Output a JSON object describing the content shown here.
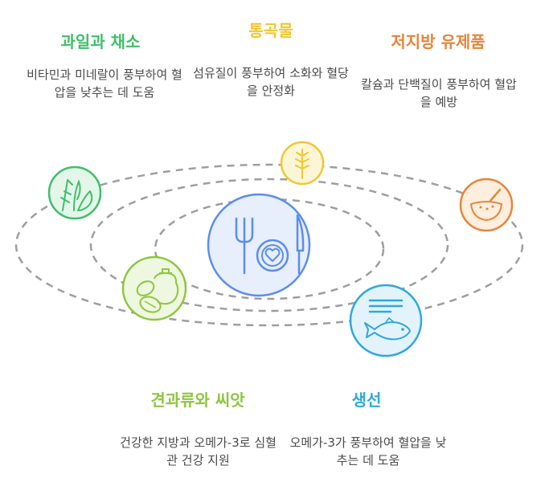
{
  "categories": [
    {
      "id": "fruits",
      "title": "과일과 채소",
      "description": "비타민과 미네랄이 풍부하여 혈압을 낮추는 데 도움",
      "color": "#3fbf6a",
      "icon": "leaves-icon"
    },
    {
      "id": "grains",
      "title": "통곡물",
      "description": "섬유질이 풍부하여 소화와 혈당을 안정화",
      "color": "#f2c72f",
      "icon": "wheat-icon"
    },
    {
      "id": "dairy",
      "title": "저지방 유제품",
      "description": "칼슘과 단백질이 풍부하여 혈압을 예방",
      "color": "#e8843a",
      "icon": "bowl-icon"
    },
    {
      "id": "nuts",
      "title": "견과류와 씨앗",
      "description": "건강한 지방과 오메가-3로 심혈관 건강 지원",
      "color": "#8dc63f",
      "icon": "nuts-icon"
    },
    {
      "id": "fish",
      "title": "생선",
      "description": "오메가-3가 풍부하여 혈압을 낮추는 데 도움",
      "color": "#2fa8dd",
      "icon": "fish-icon"
    }
  ],
  "center": {
    "icon": "plate-icon",
    "color": "#5b8def"
  },
  "orbit_color": "#9e9e9e"
}
